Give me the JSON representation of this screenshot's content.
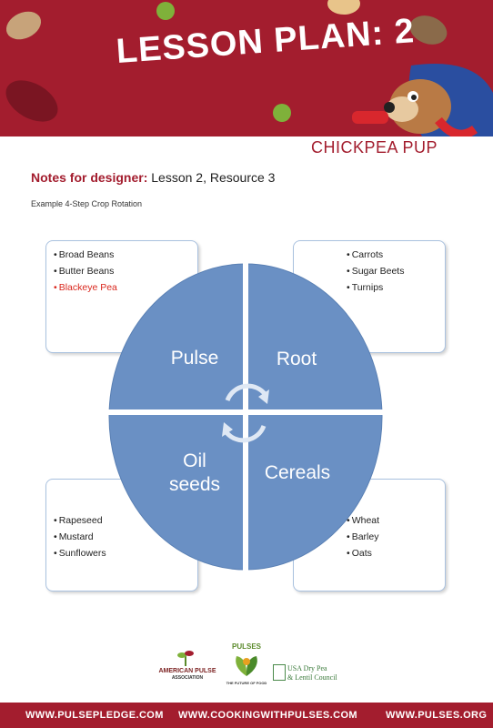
{
  "header": {
    "title": "LESSON PLAN: 2",
    "character_label": "CHICKPEA PUP"
  },
  "notes": {
    "label": "Notes for designer:",
    "text": "Lesson 2, Resource 3"
  },
  "example_caption": "Example 4-Step Crop Rotation",
  "diagram": {
    "quadrants": [
      {
        "label": "Pulse"
      },
      {
        "label": "Root"
      },
      {
        "label": "Oil\nseeds"
      },
      {
        "label": "Cereals"
      }
    ],
    "boxes": {
      "pulse": [
        "Broad Beans",
        "Butter Beans",
        "Blackeye Pea"
      ],
      "root": [
        "Carrots",
        "Sugar Beets",
        "Turnips"
      ],
      "oilseeds": [
        "Rapeseed",
        "Mustard",
        "Sunflowers"
      ],
      "cereals": [
        "Wheat",
        "Barley",
        "Oats"
      ]
    },
    "highlight_color": "#d9261c",
    "circle_color": "#6a90c4"
  },
  "logos": {
    "american_pulse": {
      "line1": "AMERICAN PULSE",
      "line2": "ASSOCIATION"
    },
    "pulses": {
      "top": "PULSES",
      "bottom": "THE FUTURE OF FOOD"
    },
    "usa_dry_pea": {
      "line1": "USA Dry Pea",
      "line2": "& Lentil Council"
    }
  },
  "footer": {
    "left": "WWW.PULSEPLEDGE.COM",
    "center": "WWW.COOKINGWITHPULSES.COM",
    "right": "WWW.PULSES.ORG"
  },
  "colors": {
    "brand_red": "#a31d2e",
    "box_border": "#a9c1df"
  }
}
